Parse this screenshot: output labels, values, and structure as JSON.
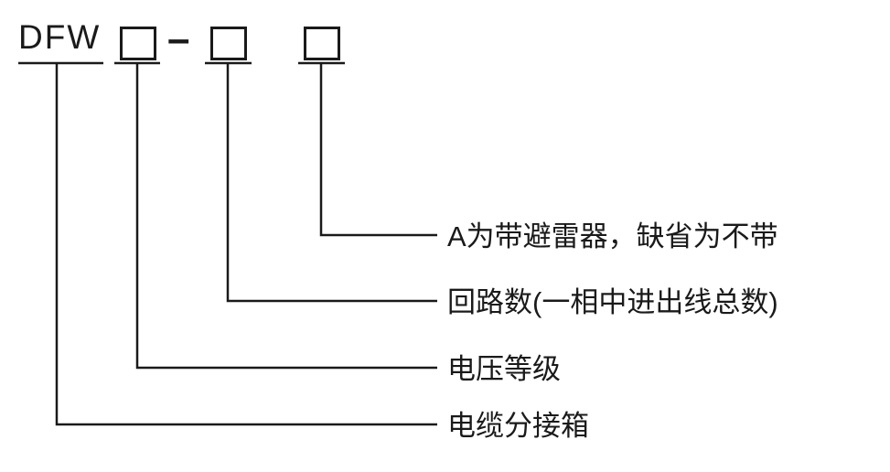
{
  "model": {
    "prefix": "DFW",
    "separator": "–"
  },
  "labels": {
    "arrester": "A为带避雷器，缺省为不带",
    "circuits": "回路数(一相中进出线总数)",
    "voltage": "电压等级",
    "box": "电缆分接箱"
  }
}
